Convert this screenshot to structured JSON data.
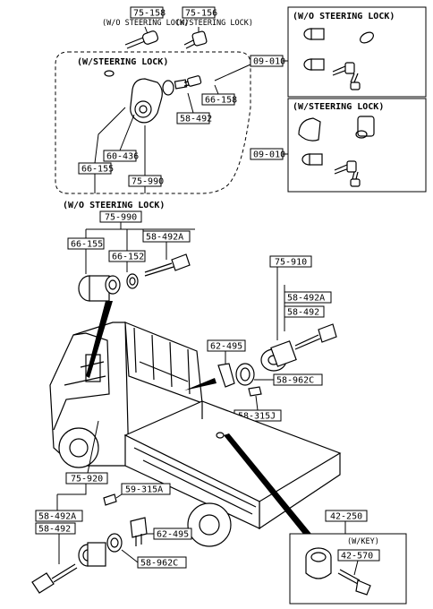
{
  "labels": {
    "p75_158": "75-158",
    "p75_156": "75-156",
    "wo_lock_small": "(W/O STEERING LOCK)",
    "w_lock_small": "(W/STEERING LOCK)",
    "w_steering_lock": "(W/STEERING LOCK)",
    "p66_158": "66-158",
    "p58_492_top": "58-492",
    "p60_436": "60-436",
    "p66_155_top": "66-155",
    "p75_990_top": "75-990",
    "p09_010_a": "09-010",
    "p09_010_b": "09-010",
    "wo_steering_lock_r": "(W/O STEERING LOCK)",
    "w_steering_lock_r": "(W/STEERING LOCK)",
    "wo_steering_lock_main": "(W/O STEERING LOCK)",
    "p75_990": "75-990",
    "p66_155": "66-155",
    "p58_492A_top": "58-492A",
    "p66_152": "66-152",
    "p75_910": "75-910",
    "p58_492A_r": "58-492A",
    "p58_492_r": "58-492",
    "p62_495_mid": "62-495",
    "p58_962C_mid": "58-962C",
    "p58_315J": "58-315J",
    "p75_920": "75-920",
    "p59_315A": "59-315A",
    "p58_492A_bl": "58-492A",
    "p58_492_bl": "58-492",
    "p62_495_bot": "62-495",
    "p58_962C_bot": "58-962C",
    "p42_250": "42-250",
    "w_key": "(W/KEY)",
    "p42_570": "42-570"
  }
}
